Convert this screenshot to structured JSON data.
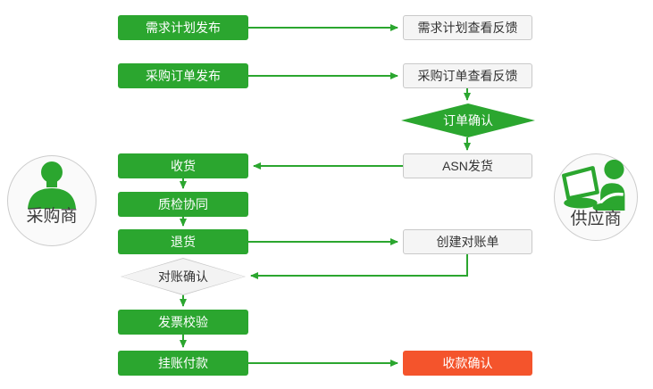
{
  "diagram": {
    "type": "flowchart",
    "background": "#ffffff",
    "colors": {
      "green": "#2ba62f",
      "red_highlight": "#f4542c",
      "neutral_fill": "#f5f5f5",
      "neutral_border": "#c9c9c9",
      "text_dark": "#333333",
      "text_light": "#ffffff",
      "connector": "#2ba62f"
    },
    "actors": {
      "buyer": {
        "label": "采购商",
        "icon": "person-icon"
      },
      "supplier": {
        "label": "供应商",
        "icon": "person-laptop-icon"
      }
    },
    "buyer_lane": [
      {
        "label": "需求计划发布",
        "shape": "process",
        "style": "green"
      },
      {
        "label": "采购订单发布",
        "shape": "process",
        "style": "green"
      },
      {
        "label": "收货",
        "shape": "process",
        "style": "green"
      },
      {
        "label": "质检协同",
        "shape": "process",
        "style": "green"
      },
      {
        "label": "退货",
        "shape": "process",
        "style": "green"
      },
      {
        "label": "对账确认",
        "shape": "decision",
        "style": "neutral"
      },
      {
        "label": "发票校验",
        "shape": "process",
        "style": "green"
      },
      {
        "label": "挂账付款",
        "shape": "process",
        "style": "green"
      }
    ],
    "supplier_lane": [
      {
        "label": "需求计划查看反馈",
        "shape": "process",
        "style": "neutral"
      },
      {
        "label": "采购订单查看反馈",
        "shape": "process",
        "style": "neutral"
      },
      {
        "label": "订单确认",
        "shape": "decision",
        "style": "green"
      },
      {
        "label": "ASN发货",
        "shape": "process",
        "style": "neutral"
      },
      {
        "label": "创建对账单",
        "shape": "process",
        "style": "neutral"
      },
      {
        "label": "收款确认",
        "shape": "process",
        "style": "red"
      }
    ]
  }
}
